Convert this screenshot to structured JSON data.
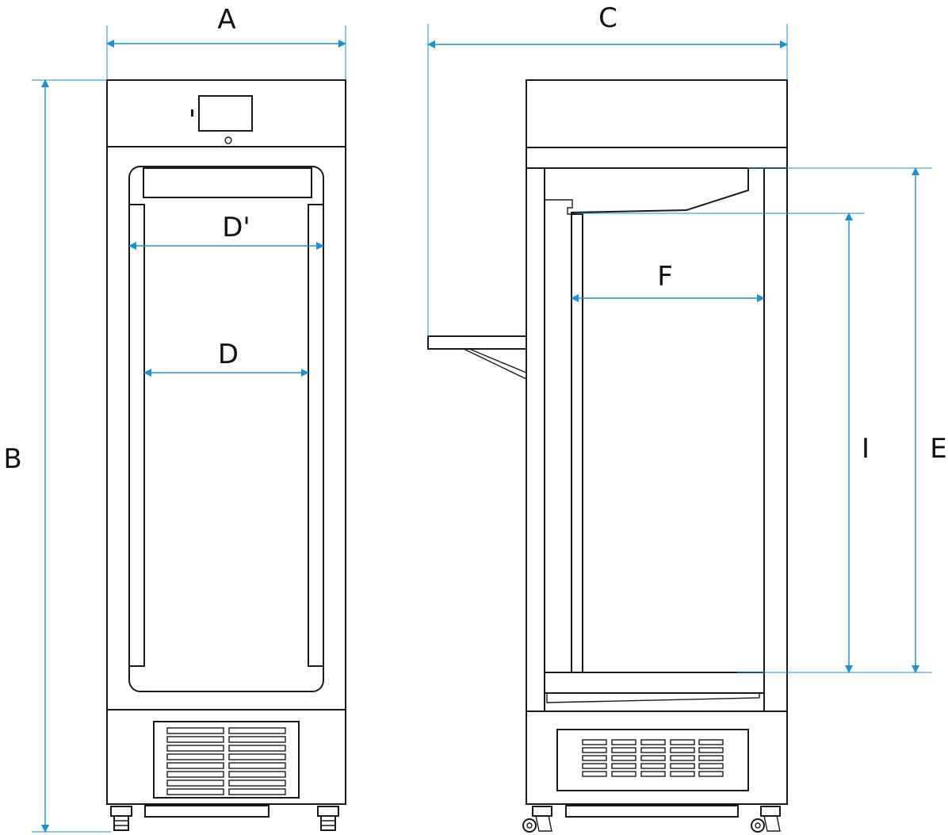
{
  "labels": {
    "A": "A",
    "B": "B",
    "C": "C",
    "D_prime": "D'",
    "D": "D",
    "E": "E",
    "F": "F",
    "I": "I"
  },
  "colors": {
    "dimension_line": "#1b8fd2",
    "outline": "#1a1a1a"
  }
}
